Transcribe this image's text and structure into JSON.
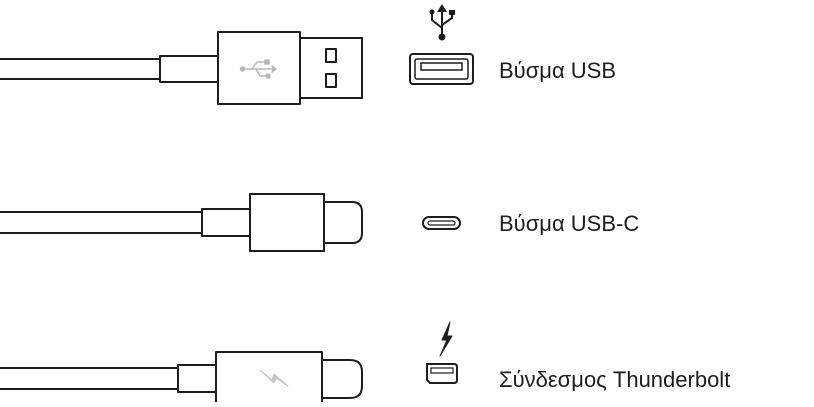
{
  "connectors": [
    {
      "id": "usb",
      "label": "Βύσμα USB",
      "icon": "usb-trident-icon"
    },
    {
      "id": "usb-c",
      "label": "Βύσμα USB-C",
      "icon": "usb-c-port-icon"
    },
    {
      "id": "thunderbolt",
      "label": "Σύνδεσμος Thunderbolt",
      "icon": "thunderbolt-bolt-icon"
    }
  ],
  "colors": {
    "line": "#1d1d1f",
    "faint_icon": "#b8b8b8",
    "background": "#ffffff"
  }
}
